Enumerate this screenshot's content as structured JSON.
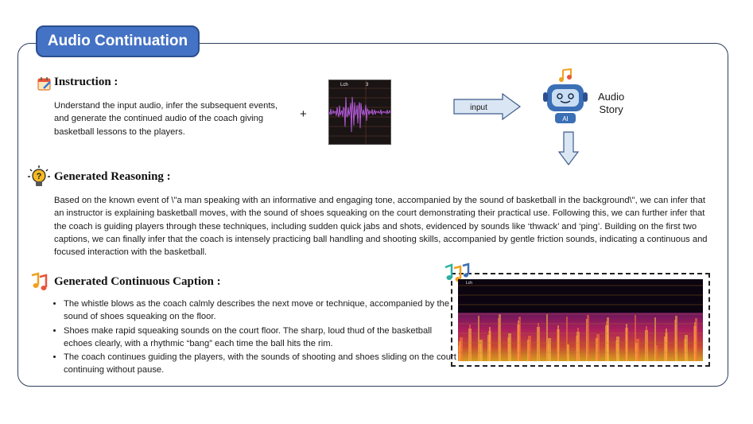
{
  "title": "Audio Continuation",
  "instruction": {
    "heading": "Instruction :",
    "text": "Understand the input audio, infer the subsequent events, and generate the continued audio of the coach giving basketball lessons to the players.",
    "plus": "+"
  },
  "waveform": {
    "label_a": "Lch",
    "label_b": "3"
  },
  "flow": {
    "input_label": "input",
    "model_line1": "Audio",
    "model_line2": "Story",
    "badge": "AI"
  },
  "reasoning": {
    "heading": "Generated Reasoning :",
    "text": "Based on the known event of \\\"a man speaking with an informative and engaging tone, accompanied by the sound of basketball in the background\\\", we can infer that an instructor is explaining basketball moves, with the sound of shoes squeaking on the court demonstrating their practical use. Following this, we can further infer that the coach is guiding players through these techniques, including sudden quick jabs and shots, evidenced by sounds like ‘thwack’ and ‘ping’. Building on the first two captions, we can finally infer that the coach is intensely practicing ball handling and shooting skills, accompanied by gentle friction sounds, indicating a continuous and focused interaction with the basketball."
  },
  "caption": {
    "heading": "Generated Continuous Caption :",
    "items": [
      "The whistle blows as the coach calmly describes the next move or technique, accompanied by the sound of shoes squeaking on the floor.",
      "Shoes make rapid squeaking sounds on the court floor. The sharp, loud thud of the basketball echoes clearly, with a rhythmic “bang” each time the ball hits the rim.",
      "The coach continues guiding the players, with the sounds of shooting and shoes sliding on the court continuing without pause."
    ]
  },
  "spectrogram": {
    "label": "Lch"
  },
  "colors": {
    "accent": "#4472c4",
    "arrow": "#dbe6f4",
    "arrow_border": "#3d5a8a",
    "waveform": "#b35ad8"
  },
  "icons": [
    "calendar-icon",
    "lightbulb-icon",
    "music-notes-icon",
    "robot-icon"
  ]
}
